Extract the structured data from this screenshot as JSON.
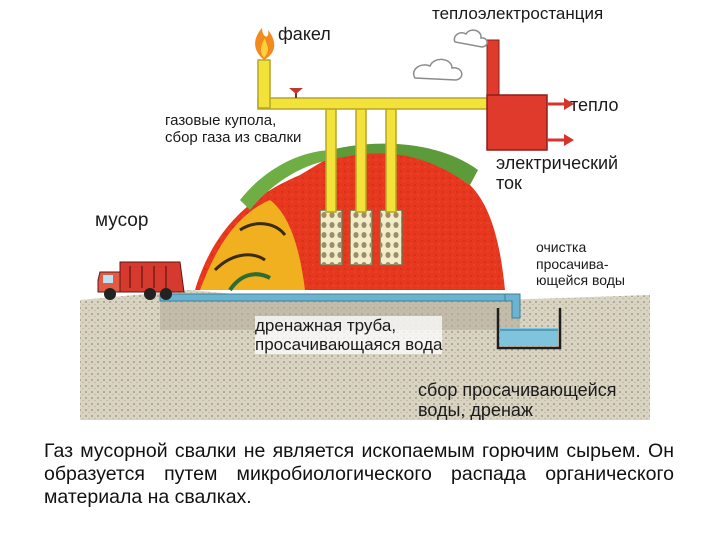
{
  "labels": {
    "power_plant": "теплоэлектростанция",
    "torch": "факел",
    "heat": "тепло",
    "gas_domes": "газовые купола,\nсбор газа из свалки",
    "electric_current": "электрический\nток",
    "trash": "мусор",
    "leachate_treatment": "очистка\nпросачива-\nющейся воды",
    "drain_pipe": "дренажная труба,\nпросачивающаяся вода",
    "leachate_collection": "сбор просачивающейся\nводы, дренаж"
  },
  "caption": "Газ мусорной свалки не является ископаемым горючим сырьем. Он образуется путем микробиологического распада органического материала на свалках.",
  "colors": {
    "gas_pipe": "#f2e23a",
    "landfill": "#e8371f",
    "power_plant": "#e03a2c",
    "heat_arrow": "#d6332a",
    "water": "#7fc4dc",
    "truck": "#d63a2e",
    "ground": "#c8c1b0"
  }
}
